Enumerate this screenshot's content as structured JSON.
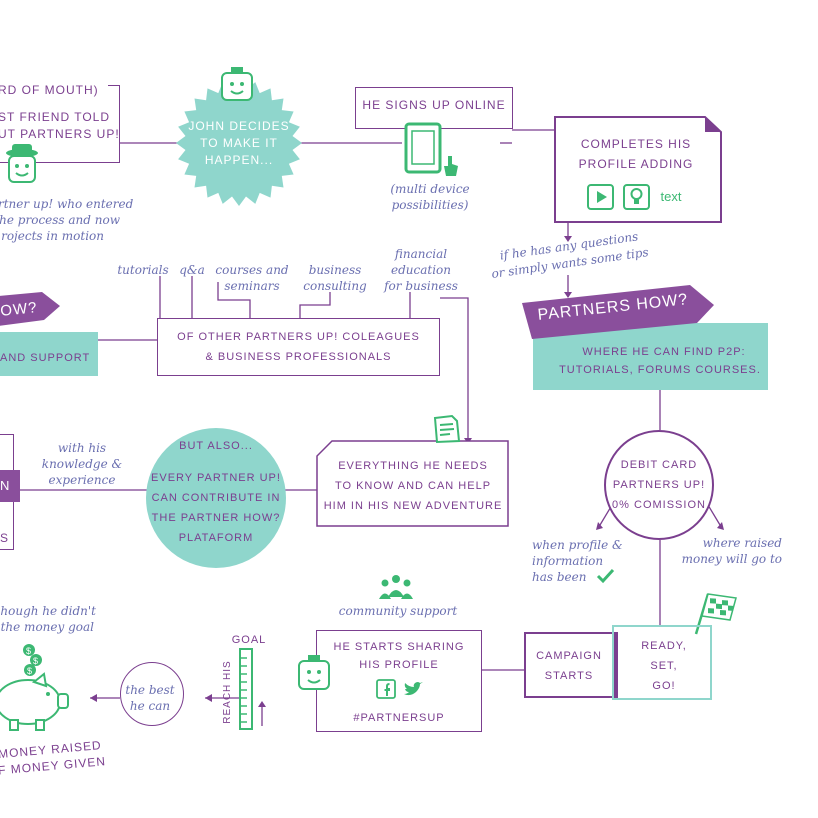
{
  "word_of_mouth": {
    "header": "RD OF MOUTH)",
    "line1": "ST FRIEND TOLD",
    "line2": "UT PARTNERS UP!"
  },
  "john_caption": {
    "line1": "rtner up! who entered",
    "line2": "he process and now",
    "line3": "rojects in motion"
  },
  "burst": {
    "line1": "JOHN DECIDES",
    "line2": "TO MAKE IT",
    "line3": "HAPPEN..."
  },
  "signup": {
    "label": "HE SIGNS UP ONLINE",
    "note1": "(multi device",
    "note2": "possibilities)"
  },
  "profile": {
    "line1": "COMPLETES HIS",
    "line2": "PROFILE ADDING",
    "text_label": "text"
  },
  "questions": {
    "line1": "if he has any questions",
    "line2": "or simply wants some tips"
  },
  "partners_how_right": {
    "banner": "PARTNERS  HOW?",
    "line1": "WHERE HE CAN FIND P2P:",
    "line2": "TUTORIALS, FORUMS COURSES."
  },
  "partners_how_left": {
    "banner": "OW?",
    "support": "AND SUPPORT"
  },
  "topics": {
    "tutorials": "tutorials",
    "qa": "q&a",
    "courses1": "courses and",
    "courses2": "seminars",
    "business1": "business",
    "business2": "consulting",
    "financial1": "financial",
    "financial2": "education",
    "financial3": "for business"
  },
  "colleagues": {
    "line1": "OF  OTHER PARTNERS UP!  COLEAGUES",
    "line2": "& BUSINESS PROFESSIONALS"
  },
  "everything": {
    "line1": "EVERYTHING HE NEEDS",
    "line2": "TO KNOW AND CAN HELP",
    "line3": "HIM IN HIS NEW ADVENTURE"
  },
  "but_also": {
    "line1": "BUT ALSO...",
    "line2": "EVERY PARTNER UP!",
    "line3": "CAN CONTRIBUTE IN",
    "line4": "THE PARTNER HOW?",
    "line5": "PLATAFORM"
  },
  "knowledge": {
    "line1": "with his",
    "line2": "knowledge &",
    "line3": "experience"
  },
  "left_box": {
    "n": "N",
    "s": "S"
  },
  "debit": {
    "line1": "DEBIT CARD",
    "line2": "PARTNERS UP!",
    "line3": "0% COMISSION"
  },
  "when_profile": {
    "line1": "when profile &",
    "line2": "information",
    "line3": "has been"
  },
  "where_raised": {
    "line1": "where raised",
    "line2": "money will go to"
  },
  "ready": {
    "line1": "READY,",
    "line2": "SET,",
    "line3": "GO!"
  },
  "campaign": {
    "line1": "CAMPAIGN",
    "line2": "STARTS"
  },
  "sharing": {
    "line1": "HE STARTS SHARING",
    "line2": "HIS PROFILE",
    "hashtag": "#PARTNERSUP"
  },
  "community": "community support",
  "goal": {
    "goal": "GOAL",
    "reach": "REACH HIS"
  },
  "best": {
    "line1": "the best",
    "line2": "he can"
  },
  "though": {
    "line1": "hough he didn't",
    "line2": "the money goal"
  },
  "money_raised": {
    "line1": "MONEY RAISED",
    "line2": "F MONEY GIVEN"
  },
  "colors": {
    "purple": "#7b3f8f",
    "teal": "#8fd6cc",
    "green": "#3cb873",
    "blue": "#6a6fb0"
  }
}
